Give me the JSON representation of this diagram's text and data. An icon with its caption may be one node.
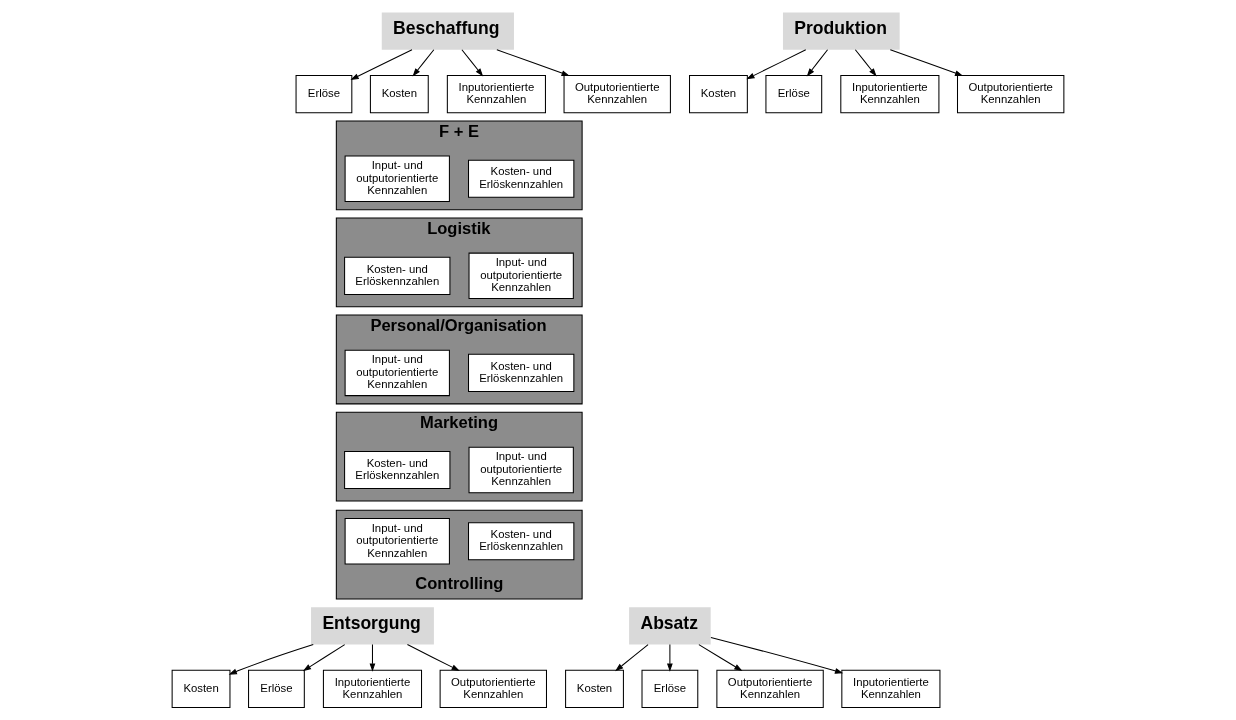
{
  "diagram": {
    "nodes": [
      {
        "text": [
          "Beschaffung"
        ]
      },
      {
        "text": [
          "Erlöse"
        ]
      },
      {
        "text": [
          "Kosten"
        ]
      },
      {
        "text": [
          "Inputorientierte Kennzahlen"
        ]
      },
      {
        "text": [
          "Outputorientierte Kennzahlen"
        ]
      },
      {
        "text": [
          "Produktion"
        ]
      },
      {
        "text": [
          "Kosten"
        ]
      },
      {
        "text": [
          "Erlöse"
        ]
      },
      {
        "text": [
          "Inputorientierte Kennzahlen"
        ]
      },
      {
        "text": [
          "Outputorientierte Kennzahlen"
        ]
      },
      {
        "text": [
          "F + E"
        ]
      },
      {
        "text": [
          "Kosten- und Erlöskennzahlen"
        ],
        "in": 10
      },
      {
        "text": [
          "Input- und outputorientierte Kennzahlen"
        ],
        "in": 10
      },
      {
        "text": [
          "Logistik"
        ]
      },
      {
        "text": [
          "Kosten- und Erlöskennzahlen"
        ],
        "in": 13
      },
      {
        "text": [
          "Input- und outputorientierte Kennzahlen"
        ],
        "in": 13
      },
      {
        "text": [
          "Personal/Organisation"
        ]
      },
      {
        "text": [
          "Kosten- und Erlöskennzahlen"
        ],
        "in": 16
      },
      {
        "text": [
          "Input- und outputorientierte Kennzahlen"
        ],
        "in": 16
      },
      {
        "text": [
          "Marketing"
        ]
      },
      {
        "text": [
          "Kosten- und Erlöskennzahlen"
        ],
        "in": 19
      },
      {
        "text": [
          "Input- und outputorientierte Kennzahlen"
        ],
        "in": 19
      },
      {
        "text": [
          "Controlling"
        ]
      },
      {
        "text": [
          "Kosten- und Erlöskennzahlen"
        ],
        "in": 22
      },
      {
        "text": [
          "Input- und outputorientierte Kennzahlen"
        ],
        "in": 22
      },
      {
        "text": [
          "Entsorgung"
        ]
      },
      {
        "text": [
          "Kosten"
        ]
      },
      {
        "text": [
          "Erlöse"
        ]
      },
      {
        "text": [
          "Inputorientierte Kennzahlen"
        ]
      },
      {
        "text": [
          "Outputorientierte Kennzahlen"
        ]
      },
      {
        "text": [
          "Absatz"
        ]
      },
      {
        "text": [
          "Kosten"
        ]
      },
      {
        "text": [
          "Erlöse"
        ]
      },
      {
        "text": [
          "Outputorientierte Kennzahlen"
        ]
      },
      {
        "text": [
          "Inputorientierte Kennzahlen"
        ]
      }
    ],
    "edges": [
      {
        "from": 0,
        "to": 1,
        "arrow": "to"
      },
      {
        "from": 0,
        "to": 2,
        "arrow": "to"
      },
      {
        "from": 0,
        "to": 3,
        "arrow": "to"
      },
      {
        "from": 0,
        "to": 4,
        "arrow": "to"
      },
      {
        "from": 5,
        "to": 6,
        "arrow": "to"
      },
      {
        "from": 5,
        "to": 7,
        "arrow": "to"
      },
      {
        "from": 5,
        "to": 8,
        "arrow": "to"
      },
      {
        "from": 5,
        "to": 9,
        "arrow": "to"
      },
      {
        "from": 25,
        "to": 26,
        "arrow": "to"
      },
      {
        "from": 25,
        "to": 27,
        "arrow": "to"
      },
      {
        "from": 25,
        "to": 28,
        "arrow": "to"
      },
      {
        "from": 25,
        "to": 29,
        "arrow": "to"
      },
      {
        "from": 30,
        "to": 31,
        "arrow": "to"
      },
      {
        "from": 30,
        "to": 32,
        "arrow": "to"
      },
      {
        "from": 30,
        "to": 33,
        "arrow": "to"
      },
      {
        "from": 30,
        "to": 34,
        "arrow": "to"
      }
    ]
  }
}
